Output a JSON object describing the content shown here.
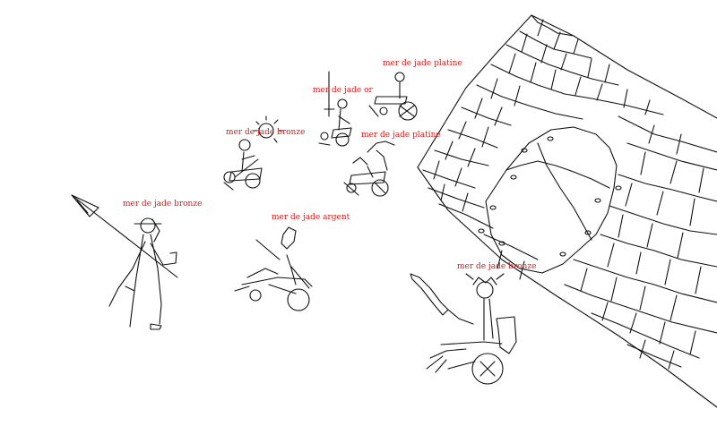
{
  "colors": {
    "label": "#e01818",
    "ink": "#111111",
    "background": "#ffffff"
  },
  "units": [
    {
      "id": "spearman",
      "label": "mer de jade bronze"
    },
    {
      "id": "wheel-sun",
      "label": "mer de jade bronze"
    },
    {
      "id": "wheel-sword",
      "label": "mer de jade or"
    },
    {
      "id": "wheel-top",
      "label": "mer de jade platine"
    },
    {
      "id": "wheel-claw",
      "label": "mer de jade platine"
    },
    {
      "id": "wheel-silver",
      "label": "mer de jade argent"
    },
    {
      "id": "viking",
      "label": "mer de jade bronze"
    }
  ],
  "scenery": {
    "castle_wall": "castle-wall",
    "gate": "castle-gate"
  }
}
